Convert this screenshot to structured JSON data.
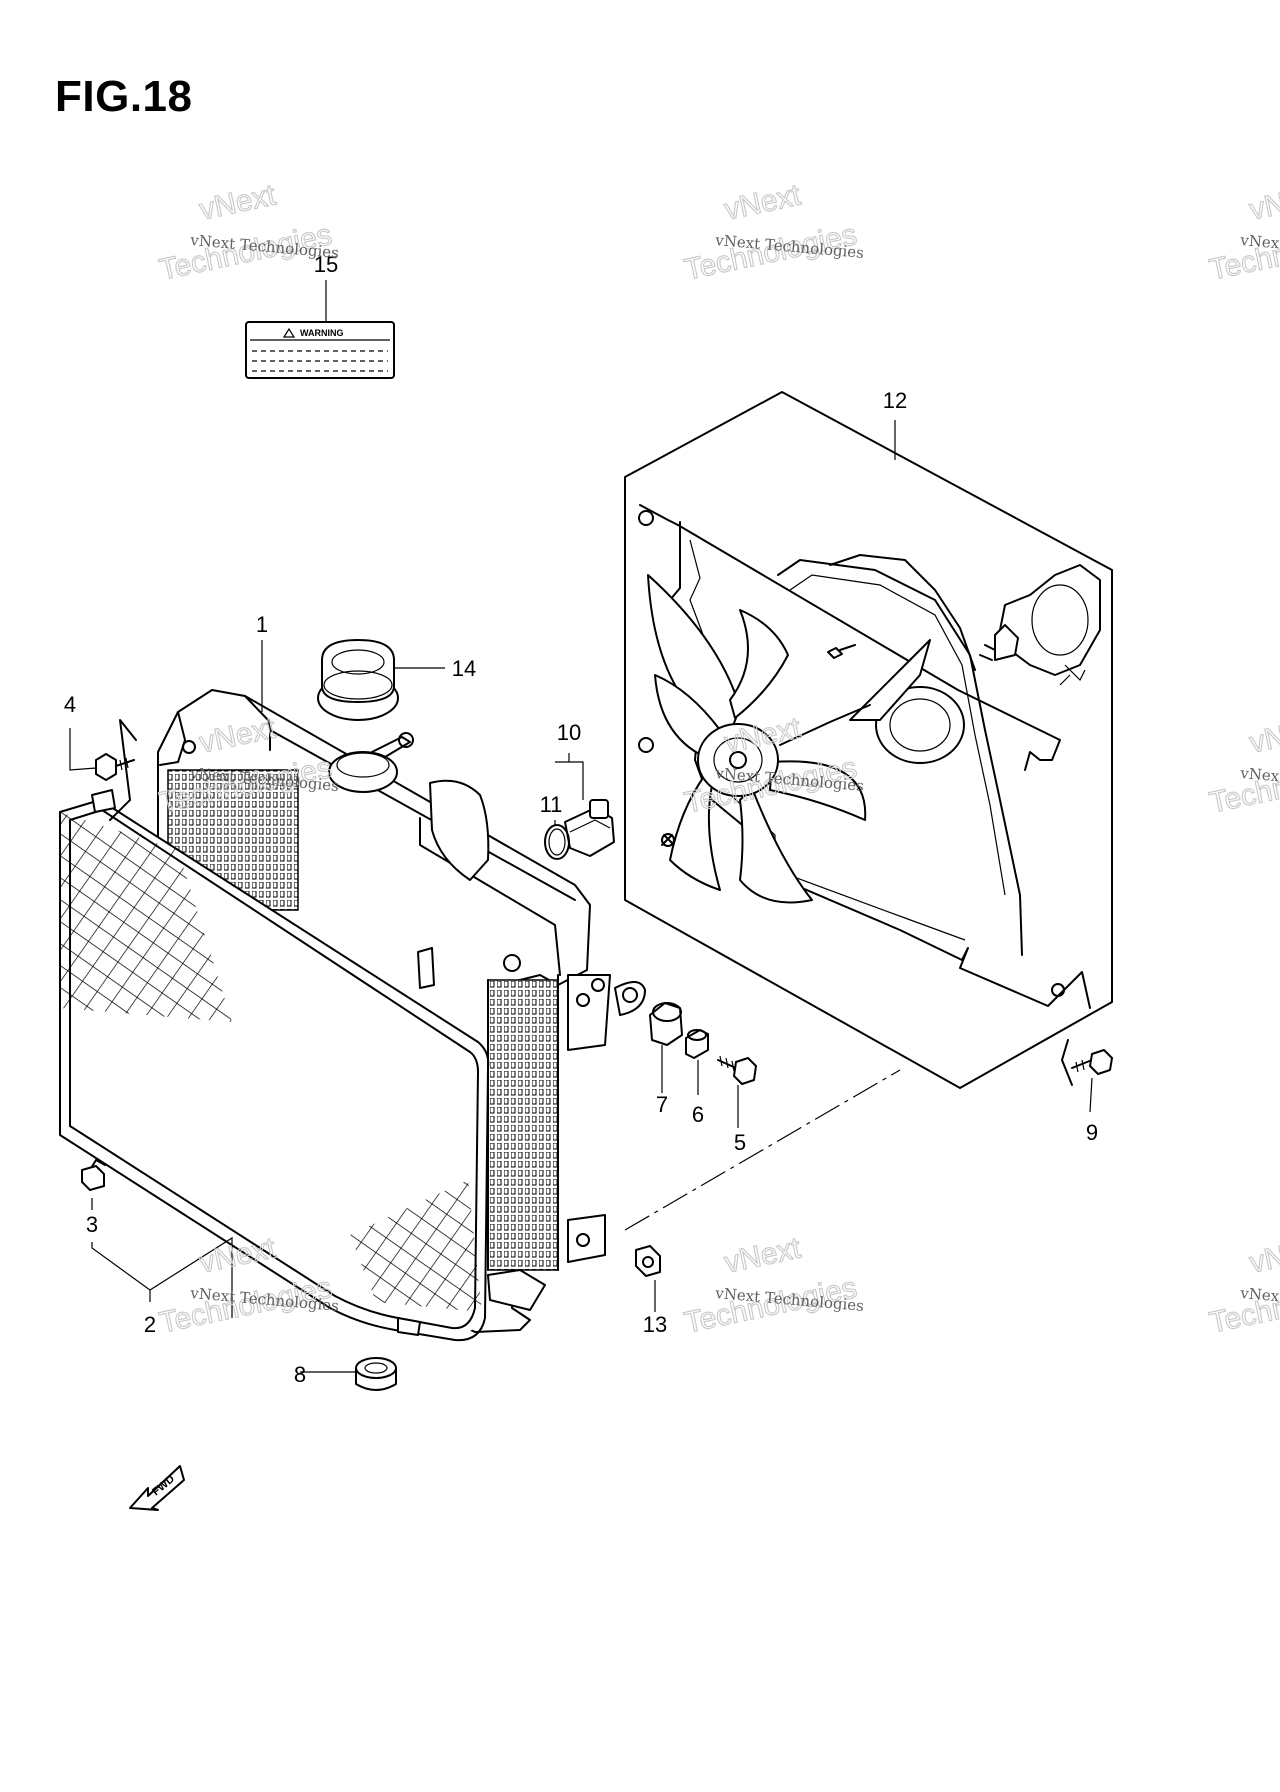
{
  "figure": {
    "title": "FIG.18"
  },
  "watermark": {
    "line1": "vNext Technologies",
    "line2": "vNext",
    "line3": "Technologies"
  },
  "label": {
    "text": "WARNING"
  },
  "fwd_arrow": {
    "text": "FWD"
  },
  "callouts": [
    "1",
    "2",
    "3",
    "4",
    "5",
    "6",
    "7",
    "8",
    "9",
    "10",
    "11",
    "12",
    "13",
    "14",
    "15"
  ]
}
